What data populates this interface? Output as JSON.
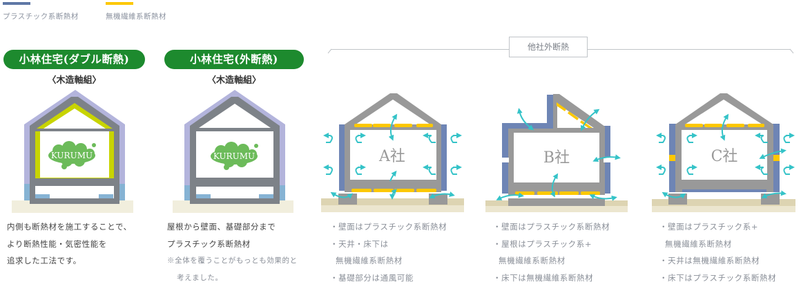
{
  "legend": [
    {
      "label": "プラスチック系断熱材",
      "color": "#5f78a6"
    },
    {
      "label": "無機繊維系断熱材",
      "color": "#fdc800"
    }
  ],
  "colors": {
    "brand_green": "#1d8a2e",
    "frame_gray": "#7d8288",
    "outer_insulation_lavender": "#b3b4dc",
    "inner_insulation_lime": "#c8d400",
    "foundation_blue": "#86b3d4",
    "ground_beige": "#f1eedd",
    "ground_tan": "#d8ceab",
    "plastic_blue": "#6479a8",
    "mineral_yellow": "#fdc800",
    "airflow_cyan": "#35c3c8",
    "kurumu_green": "#6cbb5a"
  },
  "kobayashi": [
    {
      "title": "小林住宅(ダブル断熱)",
      "subtitle": "〈木造軸組〉",
      "logo": "KURUMU",
      "description": [
        "内側も断熱材を施工することで、",
        "より断熱性能・気密性能を",
        "追求した工法です。"
      ]
    },
    {
      "title": "小林住宅(外断熱)",
      "subtitle": "〈木造軸組〉",
      "logo": "KURUMU",
      "description": [
        "屋根から壁面、基礎部分まで",
        "プラスチック系断熱材"
      ],
      "note": [
        "※全体を覆うことがもっとも効果的と",
        "考えました。"
      ]
    }
  ],
  "others": {
    "group_label": "他社外断熱",
    "companies": [
      {
        "name": "A社",
        "points": [
          "・壁面はプラスチック系断熱材",
          "・天井・床下は",
          "無機繊維系断熱材",
          "・基礎部分は通風可能"
        ]
      },
      {
        "name": "B社",
        "points": [
          "・壁面はプラスチック系断熱材",
          "・屋根はプラスチック系+",
          "無機繊維系断熱材",
          "・床下は無機繊維系断熱材"
        ]
      },
      {
        "name": "C社",
        "points": [
          "・壁面はプラスチック系+",
          "無機繊維系断熱材",
          "・天井は無機繊維系断熱材",
          "・床下はプラスチック系断熱材"
        ]
      }
    ]
  }
}
